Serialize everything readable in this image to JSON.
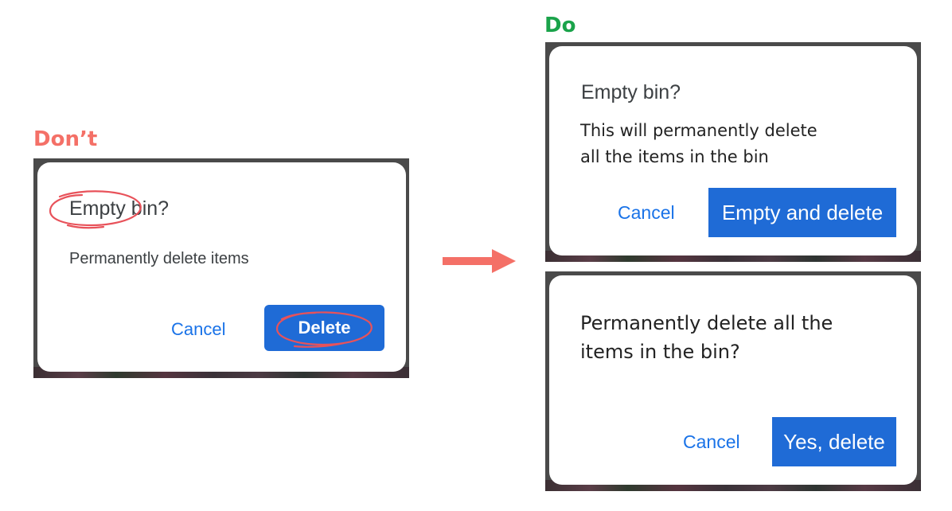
{
  "dont": {
    "heading": "Don’t",
    "title": "Empty bin?",
    "message": "Permanently delete items",
    "cancel_label": "Cancel",
    "delete_label": "Delete"
  },
  "do": {
    "heading": "Do",
    "option1": {
      "title": "Empty bin?",
      "message_line1": "This will permanently delete",
      "message_line2": "all the items in the bin",
      "cancel_label": "Cancel",
      "confirm_label": "Empty and delete"
    },
    "option2": {
      "message_line1": "Permanently delete all the",
      "message_line2": "items in the bin?",
      "cancel_label": "Cancel",
      "confirm_label": "Yes, delete"
    }
  },
  "colors": {
    "dont_heading": "#f47067",
    "do_heading": "#1aa34a",
    "primary": "#1f6bd6",
    "link": "#1a73e8",
    "annotation": "#e8525a",
    "arrow": "#f47067"
  },
  "icons": {
    "arrow": "right-arrow-icon"
  }
}
